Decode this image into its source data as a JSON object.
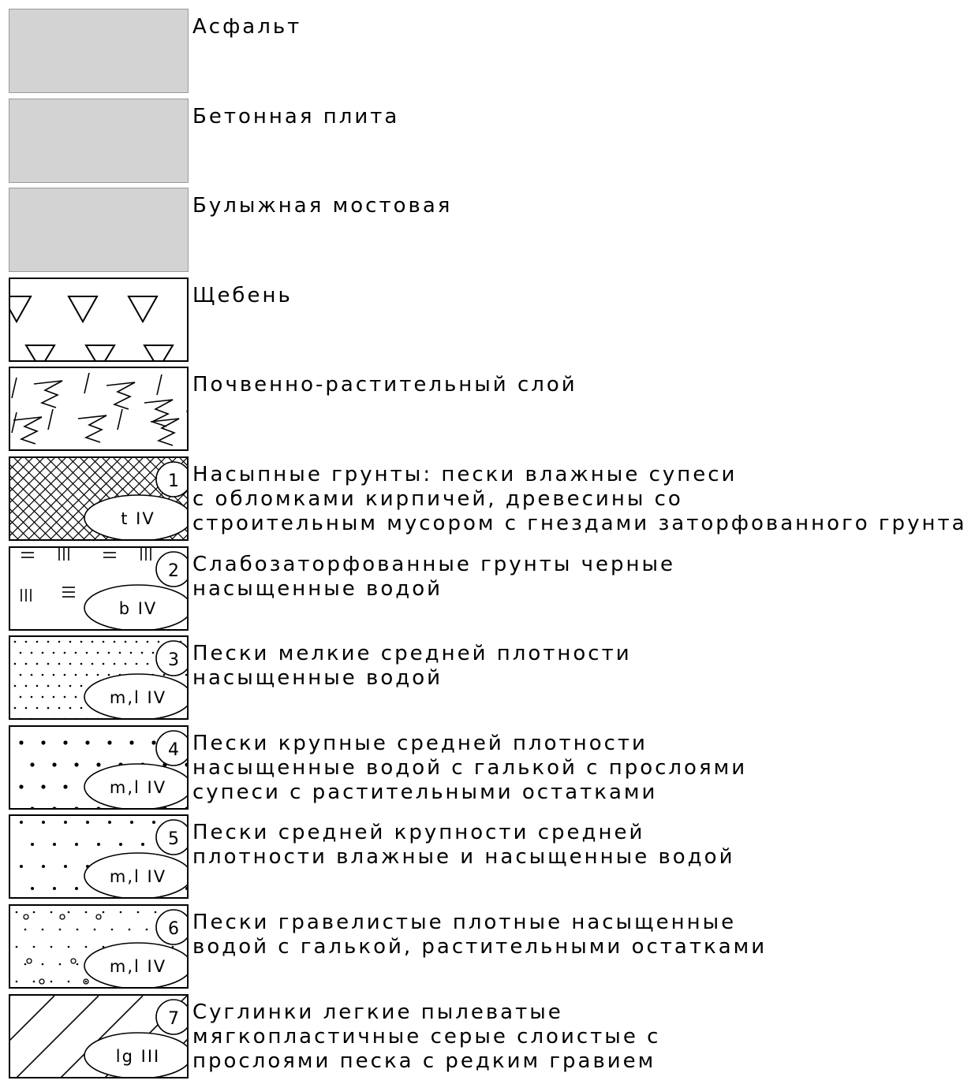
{
  "legend": {
    "rows": [
      {
        "pattern": "asphalt",
        "fill": "#d3d3d3",
        "lines": [
          "Асфальт"
        ]
      },
      {
        "pattern": "concrete-slab",
        "fill": "#d3d3d3",
        "lines": [
          "Бетонная плита"
        ]
      },
      {
        "pattern": "cobblestone",
        "fill": "#d3d3d3",
        "lines": [
          "Булыжная мостовая"
        ]
      },
      {
        "pattern": "crushed-stone-triangles",
        "lines": [
          "Щебень"
        ]
      },
      {
        "pattern": "topsoil-squiggles",
        "lines": [
          "Почвенно-растительный слой"
        ]
      },
      {
        "pattern": "crosshatch",
        "number": "1",
        "age": "t IV",
        "lines": [
          "Насыпные грунты: пески влажные супеси",
          "с обломками кирпичей, древесины со",
          "строительным мусором с гнездами заторфованного грунта"
        ]
      },
      {
        "pattern": "peat-marks",
        "number": "2",
        "age": "b IV",
        "lines": [
          "Слабозаторфованные грунты черные",
          "насыщенные водой"
        ]
      },
      {
        "pattern": "fine-dots",
        "number": "3",
        "age": "m,l IV",
        "lines": [
          "Пески мелкие средней плотности",
          "насыщенные водой"
        ]
      },
      {
        "pattern": "large-dots",
        "number": "4",
        "age": "m,l IV",
        "lines": [
          "Пески крупные средней плотности",
          "насыщенные водой с галькой с прослоями",
          "супеси с растительными остатками"
        ]
      },
      {
        "pattern": "medium-dots",
        "number": "5",
        "age": "m,l IV",
        "lines": [
          "Пески средней крупности средней",
          "плотности влажные и насыщенные водой"
        ]
      },
      {
        "pattern": "dots-circles",
        "number": "6",
        "age": "m,l IV",
        "lines": [
          "Пески гравелистые плотные насыщенные",
          "водой с галькой, растительными остатками"
        ]
      },
      {
        "pattern": "diagonal-lines",
        "number": "7",
        "age": "lg III",
        "lines": [
          "Суглинки легкие пылеватые",
          "мягкопластичные серые слоистые с",
          "прослоями песка с редким гравием"
        ]
      }
    ]
  }
}
